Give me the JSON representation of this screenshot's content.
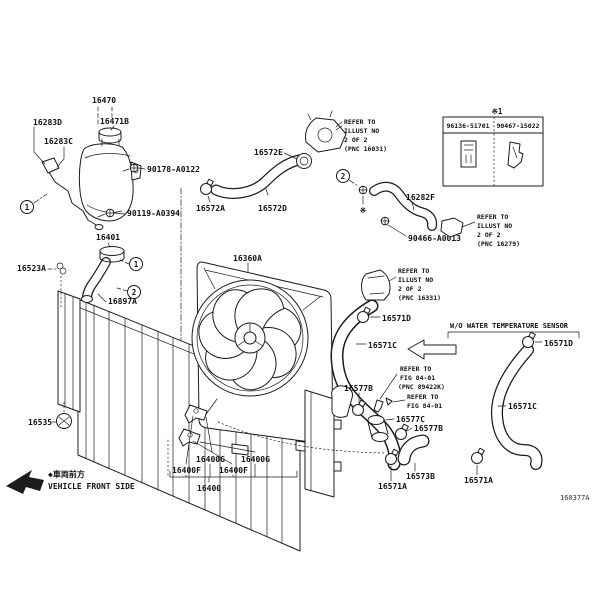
{
  "figure": {
    "code": "160377A"
  },
  "front_marker": {
    "jp": "◆車両前方",
    "en": "VEHICLE FRONT SIDE"
  },
  "markers": {
    "n1": "1",
    "n2": "2",
    "ref": "※",
    "ref1": "※1"
  },
  "callouts": {
    "c16470": "16470",
    "c16471B": "16471B",
    "c16283D": "16283D",
    "c16283C": "16283C",
    "c90178": "90178-A0122",
    "c90119": "90119-A0394",
    "c16401": "16401",
    "c16523A": "16523A",
    "c16897A": "16897A",
    "c16535": "16535",
    "c16360A": "16360A",
    "c16572A": "16572A",
    "c16572D": "16572D",
    "c16572E": "16572E",
    "c16282F": "16282F",
    "c90466": "90466-A0013",
    "c16571D": "16571D",
    "c16571C": "16571C",
    "c16571A": "16571A",
    "c16577B": "16577B",
    "c16577C": "16577C",
    "c16573B": "16573B",
    "c16400": "16400",
    "c16400F": "16400F",
    "c16400G": "16400G"
  },
  "variant_table": {
    "ref": "※1",
    "col1": "96136-51701",
    "col2": "90467-15022"
  },
  "notes": {
    "illust16031": {
      "l1": "REFER TO",
      "l2": "ILLUST NO",
      "l3": "2 OF 2",
      "l4": "(PNC 16031)"
    },
    "illust16279": {
      "l1": "REFER TO",
      "l2": "ILLUST NO",
      "l3": "2 OF 2",
      "l4": "(PNC 16279)"
    },
    "illust16331": {
      "l1": "REFER TO",
      "l2": "ILLUST NO",
      "l3": "2 OF 2",
      "l4": "(PNC 16331)"
    },
    "fig8401a": {
      "l1": "REFER TO",
      "l2": "FIG 84-01",
      "l3": "(PNC 89422K)"
    },
    "fig8401b": {
      "l1": "REFER TO",
      "l2": "FIG 84-01"
    },
    "wo_sensor": "W/O WATER TEMPERATURE SENSOR"
  }
}
